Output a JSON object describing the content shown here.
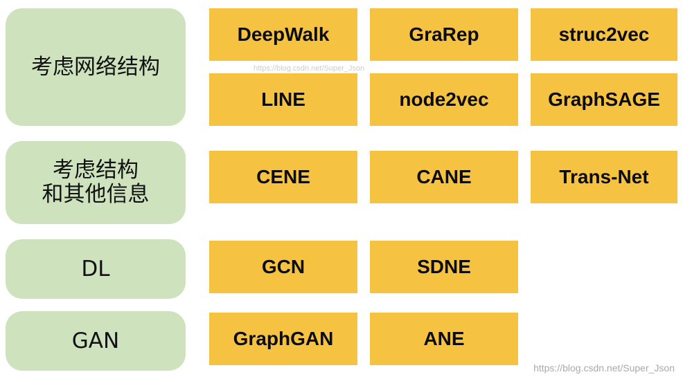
{
  "categories": [
    {
      "lines": [
        "考虑网络结构"
      ]
    },
    {
      "lines": [
        "考虑结构",
        "和其他信息"
      ]
    },
    {
      "lines": [
        "DL"
      ]
    },
    {
      "lines": [
        "GAN"
      ]
    }
  ],
  "methods": [
    "DeepWalk",
    "GraRep",
    "struc2vec",
    "LINE",
    "node2vec",
    "GraphSAGE",
    "CENE",
    "CANE",
    "Trans-Net",
    "GCN",
    "SDNE",
    "GraphGAN",
    "ANE"
  ],
  "watermark": "https://blog.csdn.net/Super_Json",
  "watermark_faint": "https://blog.csdn.net/Super_Json",
  "colors": {
    "category_bg": "#cde2bd",
    "method_bg": "#f5c242"
  }
}
